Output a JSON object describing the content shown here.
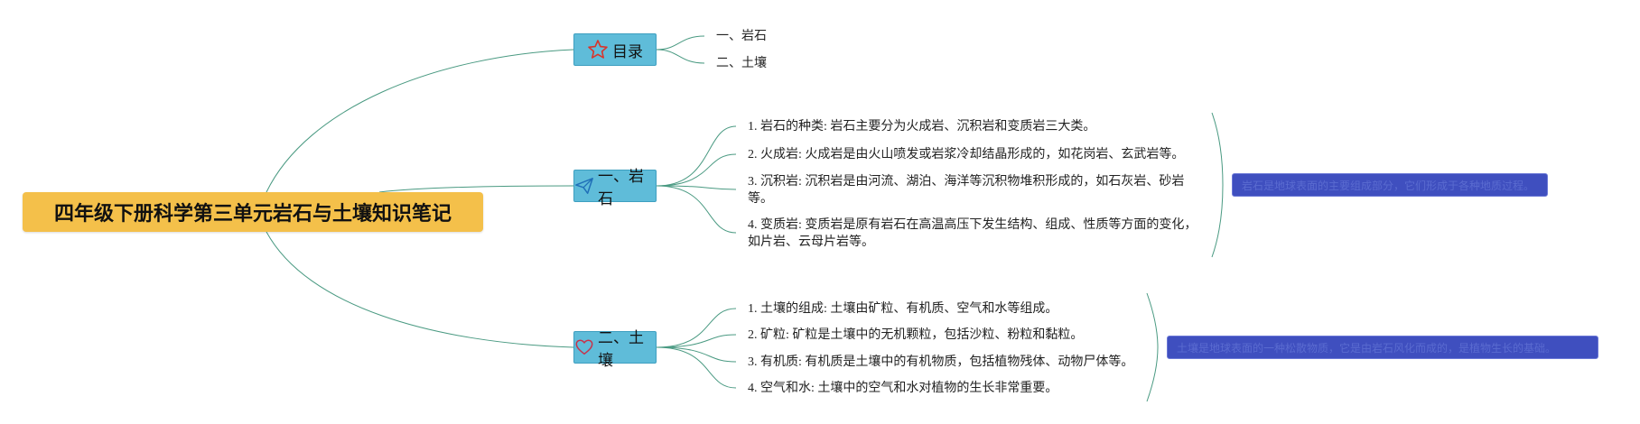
{
  "root": {
    "title": "四年级下册科学第三单元岩石与土壤知识笔记"
  },
  "topics": [
    {
      "label": "目录",
      "icon": "star-icon",
      "items": [
        "一、岩石",
        "二、土壤"
      ]
    },
    {
      "label": "一、岩石",
      "icon": "paper-plane-icon",
      "items": [
        "1. 岩石的种类: 岩石主要分为火成岩、沉积岩和变质岩三大类。",
        "2. 火成岩: 火成岩是由火山喷发或岩浆冷却结晶形成的，如花岗岩、玄武岩等。",
        "3. 沉积岩: 沉积岩是由河流、湖泊、海洋等沉积物堆积形成的，如石灰岩、砂岩等。",
        "4. 变质岩: 变质岩是原有岩石在高温高压下发生结构、组成、性质等方面的变化，如片岩、云母片岩等。"
      ],
      "summary": "岩石是地球表面的主要组成部分，它们形成于各种地质过程。"
    },
    {
      "label": "二、土壤",
      "icon": "heart-icon",
      "items": [
        "1. 土壤的组成: 土壤由矿粒、有机质、空气和水等组成。",
        "2. 矿粒: 矿粒是土壤中的无机颗粒，包括沙粒、粉粒和黏粒。",
        "3. 有机质: 有机质是土壤中的有机物质，包括植物残体、动物尸体等。",
        "4. 空气和水: 土壤中的空气和水对植物的生长非常重要。"
      ],
      "summary": "土壤是地球表面的一种松散物质，它是由岩石风化而成的，是植物生长的基础。"
    }
  ],
  "colors": {
    "root": "#f4c04a",
    "topic": "#5fbcd9",
    "summary": "#3f4fbf",
    "line": "#4a9a82"
  }
}
